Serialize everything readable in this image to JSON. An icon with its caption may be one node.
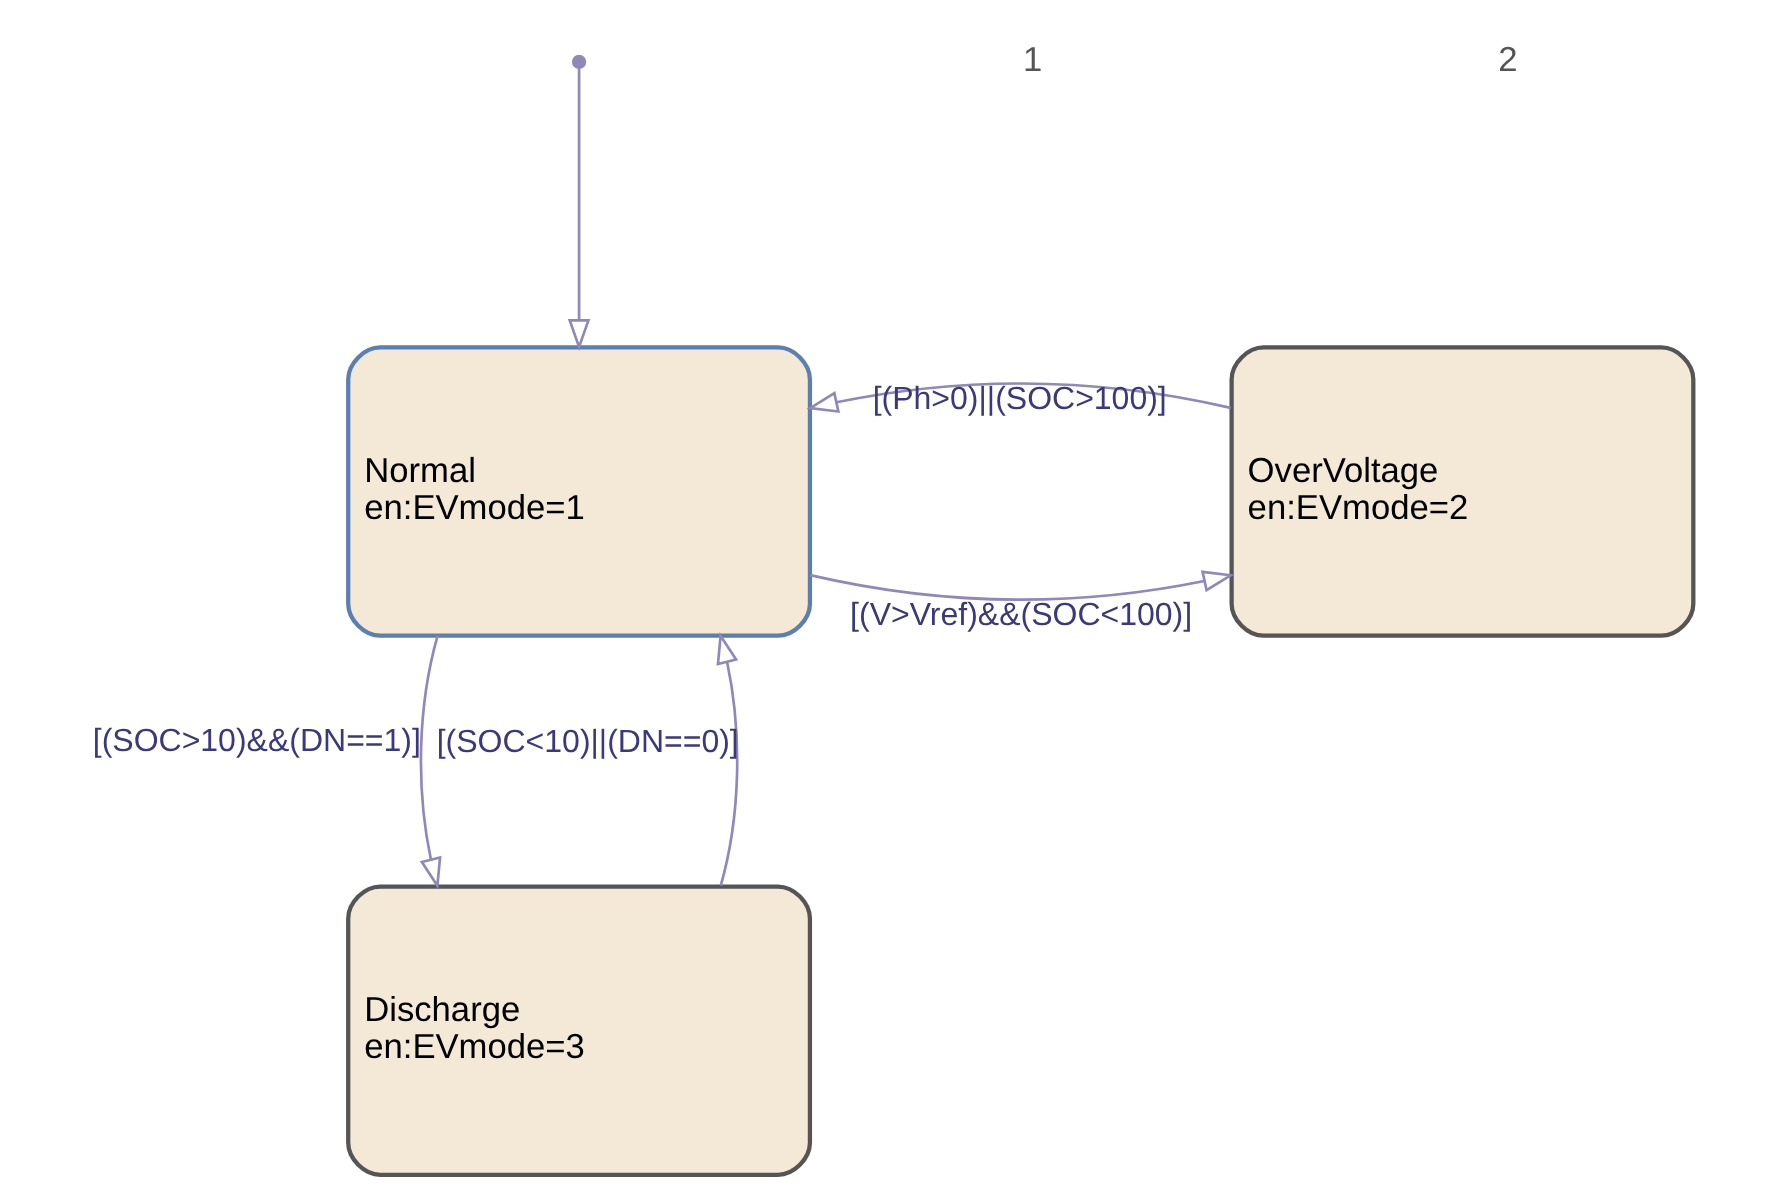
{
  "diagram": {
    "nodes": [
      {
        "text": [
          "Normal",
          "en:EVmode=1"
        ]
      },
      {
        "text": [
          "OverVoltage",
          "en:EVmode=2"
        ]
      },
      {
        "text": [
          "Discharge",
          "en:EVmode=3"
        ]
      }
    ],
    "edges": [
      {
        "from": null,
        "to": 0,
        "arrow": "to"
      },
      {
        "from": 0,
        "to": 1,
        "arrow": "to",
        "label": "[(V>Vref)&&(SOC<100)]"
      },
      {
        "from": 1,
        "to": 0,
        "arrow": "to",
        "label": "[(Ph>0)||(SOC>100)]"
      },
      {
        "from": 0,
        "to": 2,
        "arrow": "to",
        "label": "[(SOC>10)&&(DN==1)]"
      },
      {
        "from": 2,
        "to": 0,
        "arrow": "to",
        "label": "[(SOC<10)||(DN==0)]"
      }
    ],
    "labels": [
      "1",
      "2"
    ]
  }
}
